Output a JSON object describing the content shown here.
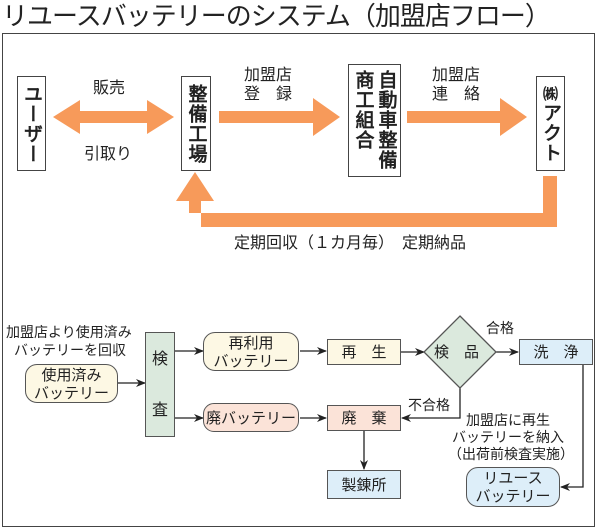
{
  "title": "リユースバッテリーのシステム（加盟店フロー）",
  "colors": {
    "arrow_orange": "#f79a5a",
    "inspect_green": "#dbe9dd",
    "reuse_cream": "#fdf8e4",
    "waste_pink": "#fbe3d8",
    "wash_blue": "#ddeef9",
    "frame": "#444444"
  },
  "top_flow": {
    "nodes": {
      "user": "ユーザー",
      "maintenance_shop": "整備工場",
      "association_col1": "商工組合",
      "association_col2": "自動車整備",
      "act_company_mark": "㈱",
      "act_company": "アクト"
    },
    "labels": {
      "sales": "販売",
      "take_back": "引取り",
      "register_line1": "加盟店",
      "register_line2": "登　録",
      "contact_line1": "加盟店",
      "contact_line2": "連　絡",
      "periodic": "定期回収（１カ月毎）　定期納品"
    }
  },
  "bottom_flow": {
    "collect_note_line1": "加盟店より使用済み",
    "collect_note_line2": "バッテリーを回収",
    "used_battery_line1": "使用済み",
    "used_battery_line2": "バッテリー",
    "inspection_top": "検",
    "inspection_bottom": "査",
    "reuse_battery_line1": "再利用",
    "reuse_battery_line2": "バッテリー",
    "waste_battery": "廃バッテリー",
    "regenerate": "再　生",
    "product_check": "検　品",
    "pass": "合格",
    "fail": "不合格",
    "wash": "洗　浄",
    "discard": "廃　棄",
    "smelter": "製錬所",
    "deliver_note_line1": "加盟店に再生",
    "deliver_note_line2": "バッテリーを納入",
    "deliver_note_line3": "（出荷前検査実施）",
    "reuse_result_line1": "リユース",
    "reuse_result_line2": "バッテリー"
  }
}
